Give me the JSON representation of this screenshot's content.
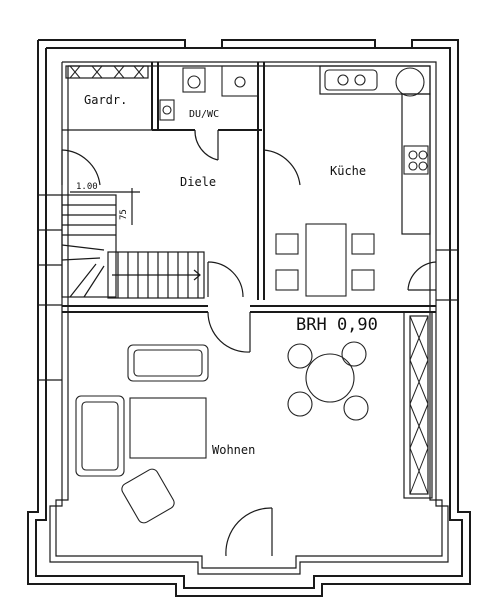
{
  "rooms": {
    "wardrobe": "Gardr.",
    "bathroom": "DU/WC",
    "hall": "Diele",
    "kitchen": "Küche",
    "living": "Wohnen"
  },
  "dimensions": {
    "stair_width": "1.00",
    "stair_depth": "75"
  },
  "annotations": {
    "sill_height": "BRH 0,90"
  }
}
